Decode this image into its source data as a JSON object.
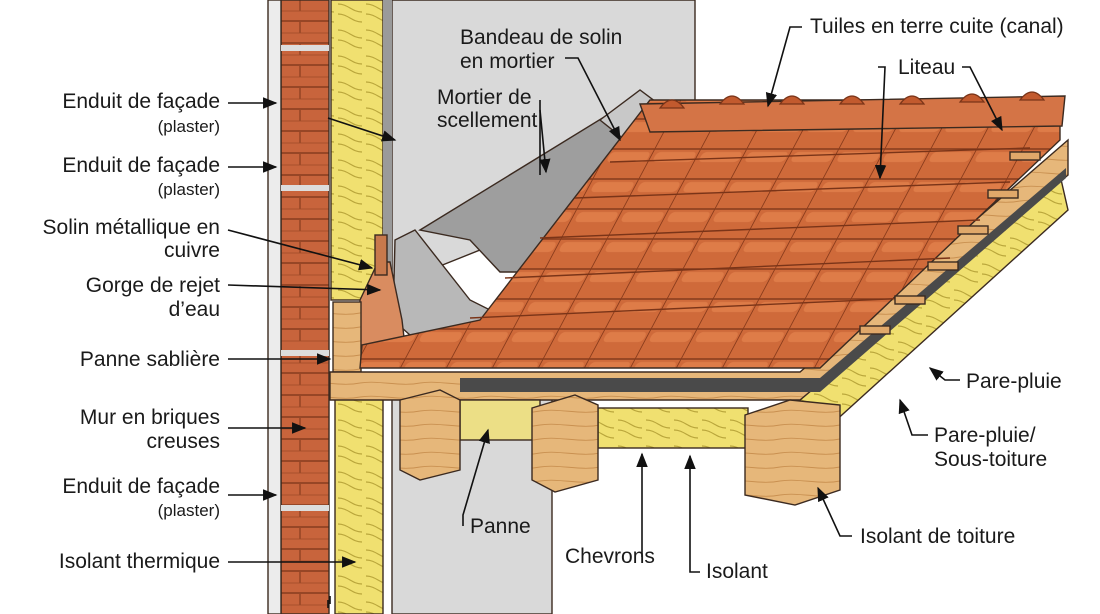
{
  "colors": {
    "brick": "#c8643c",
    "brick_dark": "#a84a28",
    "tile": "#cf6a3a",
    "tile_dark": "#9e4522",
    "wood": "#e6b77a",
    "wood_dark": "#b98342",
    "insulation": "#f0e070",
    "insulation_line": "#b9a53a",
    "membrane": "#4a4a4a",
    "plaster": "#d9d9d9",
    "copper": "#d98c60",
    "mortar": "#b8b8b8"
  },
  "labels": {
    "enduit_1_main": "Enduit de façade",
    "enduit_1_sub": "(plaster)",
    "enduit_2_main": "Enduit de façade",
    "enduit_2_sub": "(plaster)",
    "solin_l1": "Solin métallique en",
    "solin_l2": "cuivre",
    "gorge_l1": "Gorge de rejet",
    "gorge_l2": "d’eau",
    "panne_sabliere": "Panne sablière",
    "mur_l1": "Mur en briques",
    "mur_l2": "creuses",
    "enduit_3_main": "Enduit de façade",
    "enduit_3_sub": "(plaster)",
    "isolant_thermique": "Isolant thermique",
    "bandeau_l1": "Bandeau de solin",
    "bandeau_l2": "en mortier",
    "mortier_l1": "Mortier de",
    "mortier_l2": "scellement",
    "tuiles": "Tuiles en terre cuite (canal)",
    "liteau": "Liteau",
    "pare_pluie": "Pare-pluie",
    "pare_pluie_sous_l1": "Pare-pluie/",
    "pare_pluie_sous_l2": "Sous-toiture",
    "isolant_toiture": "Isolant de toiture",
    "panne": "Panne",
    "chevrons": "Chevrons",
    "isolant": "Isolant"
  }
}
